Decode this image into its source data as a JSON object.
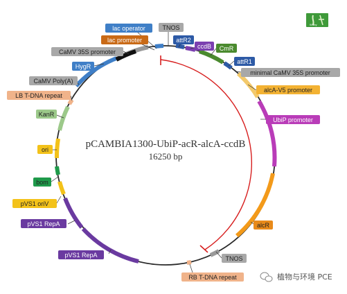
{
  "plasmid": {
    "name": "pCAMBIA1300-UbiP-acR-alcA-ccdB",
    "size": "16250 bp"
  },
  "logo": {
    "text": "Willey",
    "color": "#3f9a3a"
  },
  "watermark": {
    "icon": "wechat-bubble-icon",
    "text": "植物与环境 PCE"
  },
  "features": [
    {
      "label": "lac operator",
      "bg": "#3f7fc7",
      "fg": "#ffffff"
    },
    {
      "label": "lac promoter",
      "bg": "#c96a16",
      "fg": "#ffffff"
    },
    {
      "label": "TNOS",
      "bg": "#a8a8a8",
      "fg": "#222222"
    },
    {
      "label": "attR2",
      "bg": "#2d5aa6",
      "fg": "#ffffff"
    },
    {
      "label": "ccdB",
      "bg": "#7b3fb0",
      "fg": "#ffffff"
    },
    {
      "label": "CmR",
      "bg": "#4a8a2e",
      "fg": "#ffffff"
    },
    {
      "label": "attR1",
      "bg": "#2d5aa6",
      "fg": "#ffffff"
    },
    {
      "label": "minimal CaMV 35S promoter",
      "bg": "#a8a8a8",
      "fg": "#222222"
    },
    {
      "label": "alcA-V5 promoter",
      "bg": "#f3b233",
      "fg": "#222222"
    },
    {
      "label": "UbiP promoter",
      "bg": "#b93cb8",
      "fg": "#ffffff"
    },
    {
      "label": "alcR",
      "bg": "#e88a1a",
      "fg": "#222222"
    },
    {
      "label": "TNOS",
      "bg": "#a8a8a8",
      "fg": "#222222"
    },
    {
      "label": "RB T-DNA repeat",
      "bg": "#f0b38a",
      "fg": "#222222"
    },
    {
      "label": "pVS1 RepA",
      "bg": "#6a3aa0",
      "fg": "#ffffff"
    },
    {
      "label": "pVS1 RepA",
      "bg": "#6a3aa0",
      "fg": "#ffffff"
    },
    {
      "label": "pVS1 oriV",
      "bg": "#f3c21a",
      "fg": "#222222"
    },
    {
      "label": "bom",
      "bg": "#1e9a4a",
      "fg": "#222222"
    },
    {
      "label": "ori",
      "bg": "#f3c21a",
      "fg": "#222222"
    },
    {
      "label": "KanR",
      "bg": "#9cc98a",
      "fg": "#222222"
    },
    {
      "label": "LB T-DNA repeat",
      "bg": "#f0b38a",
      "fg": "#222222"
    },
    {
      "label": "CaMV Poly(A)",
      "bg": "#a8a8a8",
      "fg": "#222222"
    },
    {
      "label": "HygR",
      "bg": "#3f7fc7",
      "fg": "#ffffff"
    },
    {
      "label": "CaMV 35S promoter",
      "bg": "#a8a8a8",
      "fg": "#222222"
    }
  ],
  "colors": {
    "backbone": "#222222",
    "insert_bracket": "#d71e1e"
  }
}
